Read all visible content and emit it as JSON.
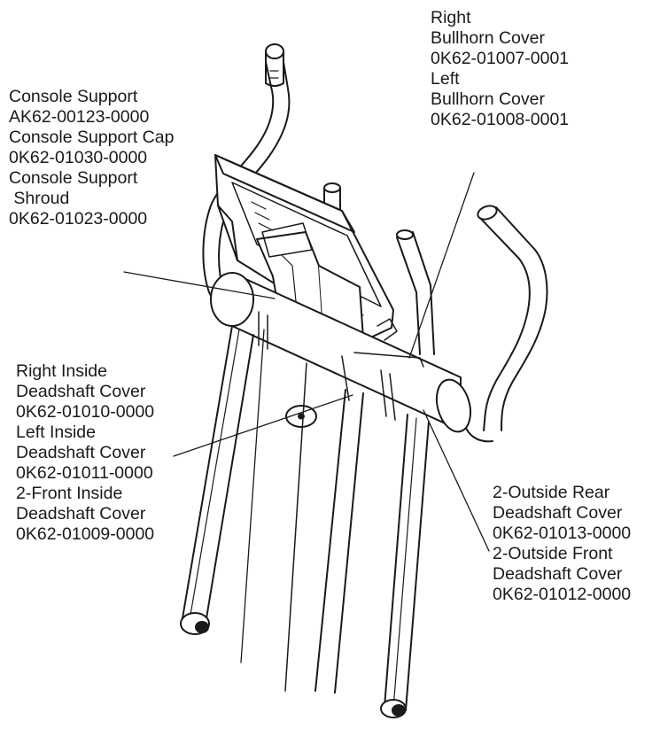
{
  "callouts": {
    "bullhorn": [
      "Right",
      "Bullhorn Cover",
      "0K62-01007-0001",
      "Left",
      "Bullhorn Cover",
      "0K62-01008-0001"
    ],
    "console": [
      "Console Support",
      "AK62-00123-0000",
      "Console Support Cap",
      "0K62-01030-0000",
      "Console Support",
      " Shroud",
      "0K62-01023-0000"
    ],
    "inside_deadshaft": [
      "Right Inside",
      "Deadshaft Cover",
      "0K62-01010-0000",
      "Left Inside",
      "Deadshaft Cover",
      "0K62-01011-0000",
      "2-Front Inside",
      "Deadshaft Cover",
      "0K62-01009-0000"
    ],
    "outside_deadshaft": [
      "2-Outside Rear",
      "Deadshaft Cover",
      "0K62-01013-0000",
      "2-Outside Front",
      "Deadshaft Cover",
      "0K62-01012-0000"
    ]
  }
}
